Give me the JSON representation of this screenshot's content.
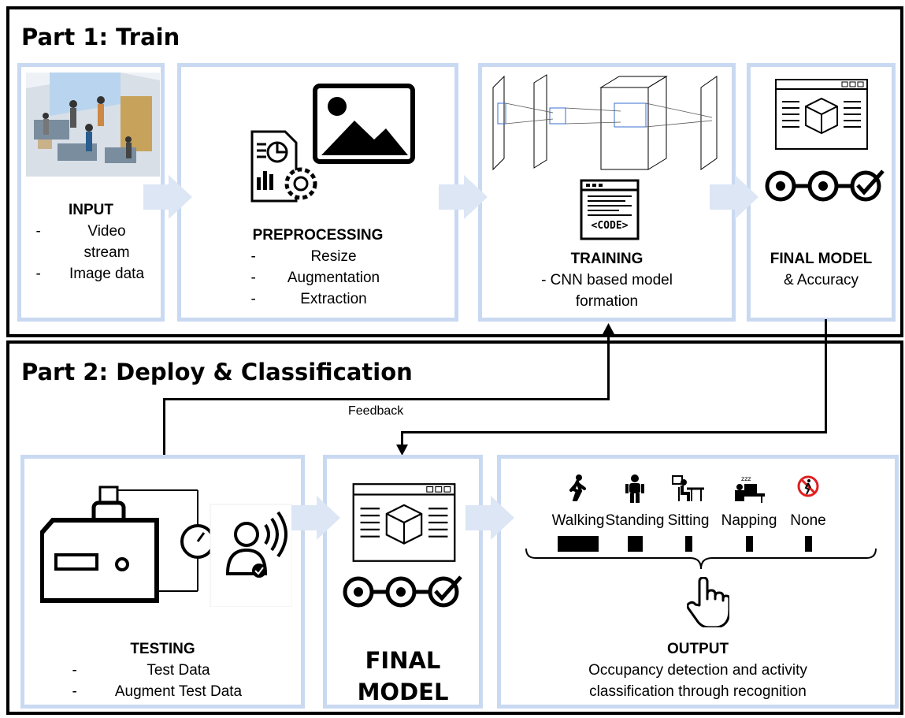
{
  "part1": {
    "title": "Part 1: Train",
    "input": {
      "title": "INPUT",
      "items": [
        "Video stream",
        "Image data"
      ]
    },
    "preprocessing": {
      "title": "PREPROCESSING",
      "items": [
        "Resize",
        "Augmentation",
        "Extraction"
      ]
    },
    "training": {
      "title": "TRAINING",
      "line1": "- CNN based model",
      "line2": "formation",
      "code_label": "<CODE>"
    },
    "final_model": {
      "title": "FINAL MODEL",
      "subtitle": "& Accuracy"
    }
  },
  "part2": {
    "title": "Part 2: Deploy & Classification",
    "feedback": "Feedback",
    "testing": {
      "title": "TESTING",
      "items": [
        "Test Data",
        "Augment Test Data"
      ]
    },
    "final_model": {
      "line1": "FINAL",
      "line2": "MODEL"
    },
    "output": {
      "title": "OUTPUT",
      "line1": "Occupancy detection and activity",
      "line2": "classification through recognition",
      "activities": [
        "Walking",
        "Standing",
        "Sitting",
        "Napping",
        "None"
      ],
      "levels": [
        1.0,
        0.37,
        0.18,
        0.18,
        0.18
      ]
    }
  },
  "colors": {
    "panel_border": "#c9d9f1",
    "arrow": "#dce6f5",
    "frame": "#000000",
    "none_icon": "#e02020"
  }
}
